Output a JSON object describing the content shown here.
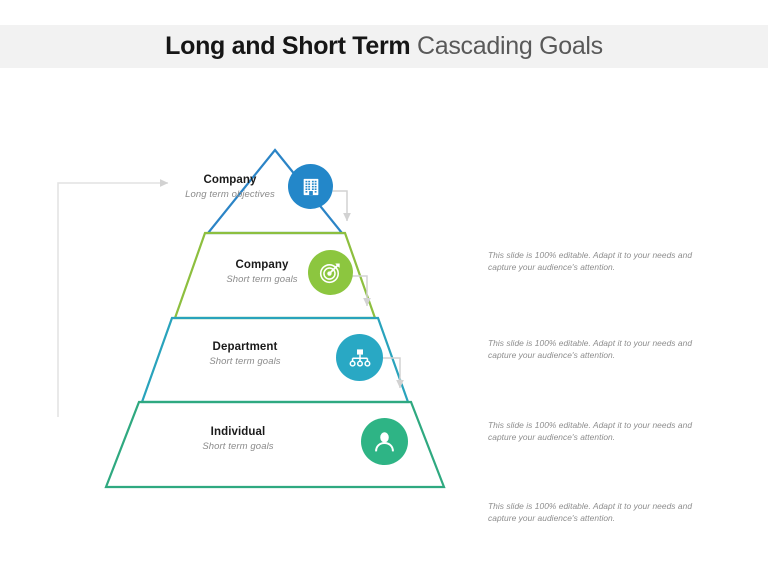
{
  "title": {
    "strong": "Long and Short Term",
    "light": " Cascading Goals"
  },
  "colors": {
    "header_band": "#f2f2f2",
    "level_1_blue": "#2b84c6",
    "level_2_green": "#8dbf3f",
    "level_3_teal": "#29a3bc",
    "level_4_green": "#2fa980",
    "icon_blue": "#2387c9",
    "icon_green": "#8cc63f",
    "icon_teal": "#29a8c4",
    "icon_mint": "#2eb485",
    "connector_gray": "#d2d2d2",
    "title_dark": "#161616",
    "title_light": "#595959",
    "subtitle_gray": "#8b8b8b"
  },
  "pyramid": {
    "levels": [
      {
        "title": "Company",
        "subtitle": "Long term objectives",
        "icon": "office-building-icon",
        "color": "#2387c9"
      },
      {
        "title": "Company",
        "subtitle": "Short term goals",
        "icon": "target-dart-icon",
        "color": "#8cc63f"
      },
      {
        "title": "Department",
        "subtitle": "Short term goals",
        "icon": "org-chart-icon",
        "color": "#29a8c4"
      },
      {
        "title": "Individual",
        "subtitle": "Short term goals",
        "icon": "user-person-icon",
        "color": "#2eb485"
      }
    ]
  },
  "descriptions": [
    {
      "text": "This slide is 100% editable. Adapt it to your needs and capture your audience's attention.",
      "watermark_icon": "office-building-icon"
    },
    {
      "text": "This slide is 100% editable. Adapt it to your needs and capture your audience's attention.",
      "watermark_icon": "target-dart-icon"
    },
    {
      "text": "This slide is 100% editable. Adapt it to your needs and capture your audience's attention.",
      "watermark_icon": "org-chart-icon"
    },
    {
      "text": "This slide is 100% editable. Adapt it to your needs and capture your audience's attention.",
      "watermark_icon": "user-person-icon"
    }
  ]
}
